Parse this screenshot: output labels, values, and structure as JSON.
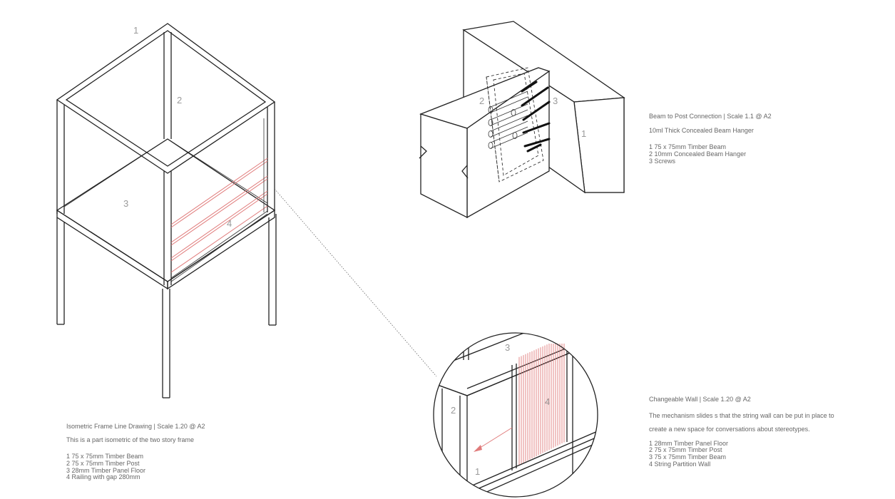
{
  "frame": {
    "markers": [
      "1",
      "2",
      "3",
      "4"
    ],
    "title": "Isometric Frame Line Drawing | Scale 1.20 @ A2",
    "subtitle": "This is a part isometric of the two story frame",
    "items": [
      "1  75 x 75mm Timber Beam",
      "2  75 x 75mm Timber Post",
      "3  28mm Timber Panel Floor",
      "4  Railing with gap 280mm"
    ]
  },
  "connection": {
    "markers": [
      "1",
      "2",
      "3"
    ],
    "title": "Beam to Post Connection | Scale 1.1 @ A2",
    "subtitle": "10ml Thick Concealed Beam Hanger",
    "items": [
      "1  75 x 75mm Timber Beam",
      "2  10mm Concealed Beam Hanger",
      "3  Screws"
    ]
  },
  "wall": {
    "markers": [
      "1",
      "2",
      "3",
      "4"
    ],
    "title": "Changeable Wall | Scale 1.20 @ A2",
    "subtitle": "The mechanism slides s that the string wall can be put in place to create a new space for conversations about stereotypes.",
    "items": [
      "1  28mm Timber Panel Floor",
      "2  75 x 75mm Timber Post",
      "3  75 x 75mm Timber Beam",
      "4  String Partition Wall"
    ]
  },
  "colors": {
    "line": "#222222",
    "accent": "#e07b7b",
    "text": "#666666"
  }
}
